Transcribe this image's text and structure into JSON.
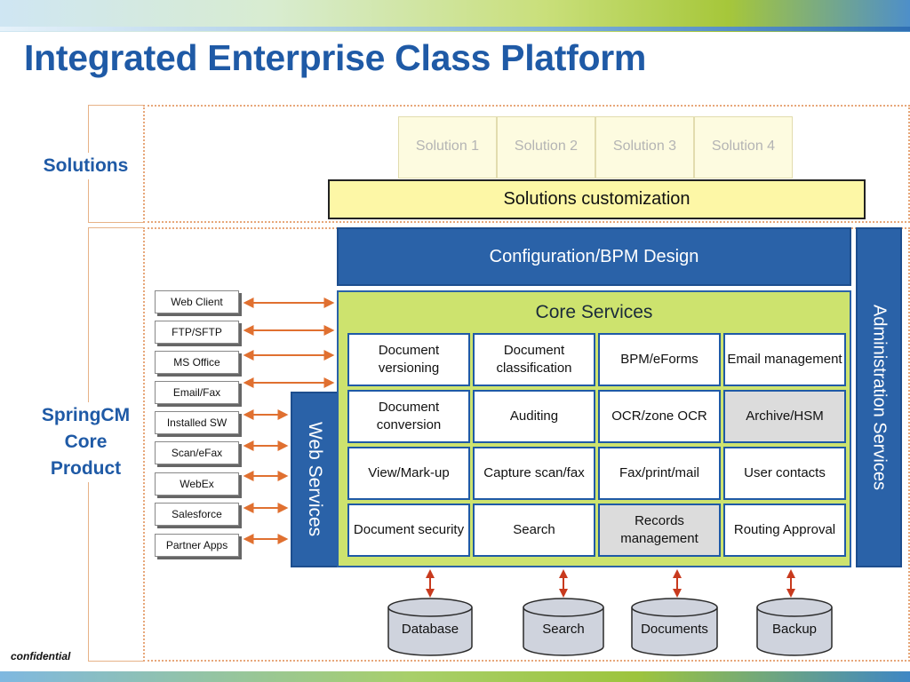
{
  "title": "Integrated Enterprise Class Platform",
  "labels": {
    "solutions": "Solutions",
    "core_product": "SpringCM Core Product"
  },
  "solutions": [
    "Solution 1",
    "Solution 2",
    "Solution 3",
    "Solution 4"
  ],
  "solutions_customization": "Solutions customization",
  "configuration": "Configuration/BPM Design",
  "administration": "Administration Services",
  "web_services": "Web Services",
  "core_services": {
    "title": "Core Services",
    "items": [
      {
        "label": "Document versioning",
        "highlight": false
      },
      {
        "label": "Document classification",
        "highlight": false
      },
      {
        "label": "BPM/eForms",
        "highlight": false
      },
      {
        "label": "Email management",
        "highlight": false
      },
      {
        "label": "Document conversion",
        "highlight": false
      },
      {
        "label": "Auditing",
        "highlight": false
      },
      {
        "label": "OCR/zone OCR",
        "highlight": false
      },
      {
        "label": "Archive/HSM",
        "highlight": true
      },
      {
        "label": "View/Mark-up",
        "highlight": false
      },
      {
        "label": "Capture scan/fax",
        "highlight": false
      },
      {
        "label": "Fax/print/mail",
        "highlight": false
      },
      {
        "label": "User contacts",
        "highlight": false
      },
      {
        "label": "Document security",
        "highlight": false
      },
      {
        "label": "Search",
        "highlight": false
      },
      {
        "label": "Records management",
        "highlight": true
      },
      {
        "label": "Routing Approval",
        "highlight": false
      }
    ]
  },
  "clients": [
    "Web Client",
    "FTP/SFTP",
    "MS Office",
    "Email/Fax",
    "Installed SW",
    "Scan/eFax",
    "WebEx",
    "Salesforce",
    "Partner Apps"
  ],
  "storage": [
    "Database",
    "Search",
    "Documents",
    "Backup"
  ],
  "footer": "confidential",
  "colors": {
    "title": "#1f5aa6",
    "blue_box": "#2a62a8",
    "core_panel": "#cde36e",
    "arrow": "#e07030",
    "storage_arrow": "#c83a1e",
    "highlight_cell": "#dcdcdc",
    "customization": "#fdf7a6"
  }
}
